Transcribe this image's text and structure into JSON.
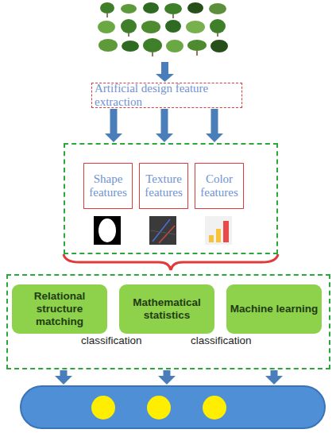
{
  "diagram": {
    "nodes": [
      {
        "text": [
          "Artificial design feature extraction"
        ]
      },
      {
        "text": []
      },
      {
        "text": [
          "Shape features"
        ],
        "in": 1
      },
      {
        "text": [
          "Texture features"
        ],
        "in": 1
      },
      {
        "text": [
          "Color features"
        ],
        "in": 1
      },
      {
        "text": [
          "classification",
          "classification"
        ]
      },
      {
        "text": [
          "Relational structure matching"
        ],
        "in": 5
      },
      {
        "text": [
          "Mathematical statistics"
        ],
        "in": 5
      },
      {
        "text": [
          "Machine learning"
        ],
        "in": 5
      },
      {
        "text": []
      }
    ],
    "edges": [
      {
        "from": 0,
        "to": 1,
        "arrow": "to"
      },
      {
        "from": 0,
        "to": 1,
        "arrow": "to"
      },
      {
        "from": 0,
        "to": 1,
        "arrow": "to"
      },
      {
        "from": 5,
        "to": 9,
        "arrow": "to"
      },
      {
        "from": 5,
        "to": 9,
        "arrow": "to"
      },
      {
        "from": 5,
        "to": 9,
        "arrow": "to"
      }
    ]
  }
}
